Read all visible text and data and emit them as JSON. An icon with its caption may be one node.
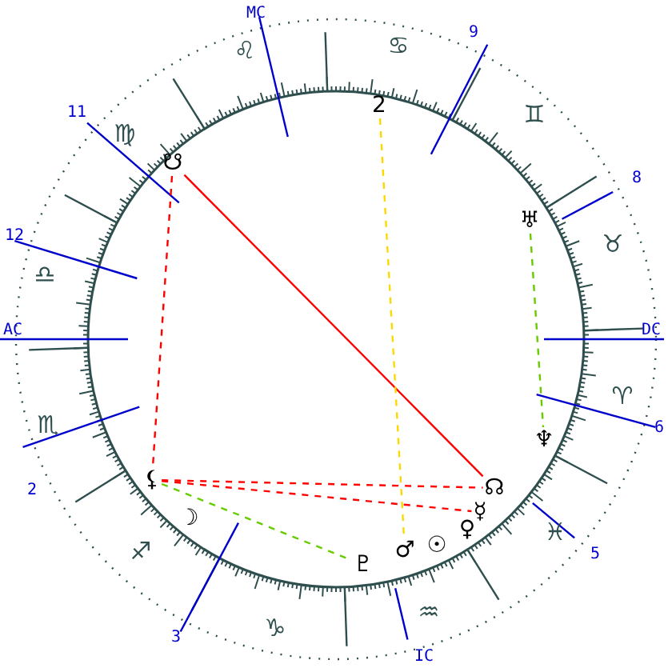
{
  "diagram": {
    "nodes": [
      {
        "text": [
          "2"
        ]
      },
      {
        "text": [
          "☋"
        ]
      },
      {
        "text": [
          "♅"
        ]
      },
      {
        "text": [
          "♆"
        ]
      },
      {
        "text": [
          "☊"
        ]
      },
      {
        "text": [
          "☿"
        ]
      },
      {
        "text": [
          "♂"
        ]
      },
      {
        "text": [
          "♇"
        ]
      },
      {
        "text": [
          "⚸"
        ]
      }
    ],
    "edges": [
      {
        "from": 1,
        "to": 4,
        "arrow": "none"
      },
      {
        "from": 1,
        "to": 8,
        "arrow": "none",
        "style": "dashed"
      },
      {
        "from": 8,
        "to": 4,
        "arrow": "none",
        "style": "dashed"
      },
      {
        "from": 8,
        "to": 5,
        "arrow": "none",
        "style": "dashed"
      },
      {
        "from": 0,
        "to": 6,
        "arrow": "none",
        "style": "dashed",
        "color": "#ffd700"
      },
      {
        "from": 2,
        "to": 3,
        "arrow": "none",
        "style": "dashed",
        "color": "#66cc00"
      },
      {
        "from": 8,
        "to": 7,
        "arrow": "none",
        "style": "dashed",
        "color": "#66cc00"
      }
    ],
    "labels": [
      "MC",
      "9",
      "8",
      "DC",
      "6",
      "5",
      "IC",
      "3",
      "2",
      "AC",
      "12",
      "11",
      "♌",
      "♋",
      "♊",
      "♉",
      "♈",
      "♓",
      "♒",
      "♑",
      "♐",
      "♏",
      "♎",
      "♍",
      "☽",
      "☉",
      "♀"
    ]
  }
}
